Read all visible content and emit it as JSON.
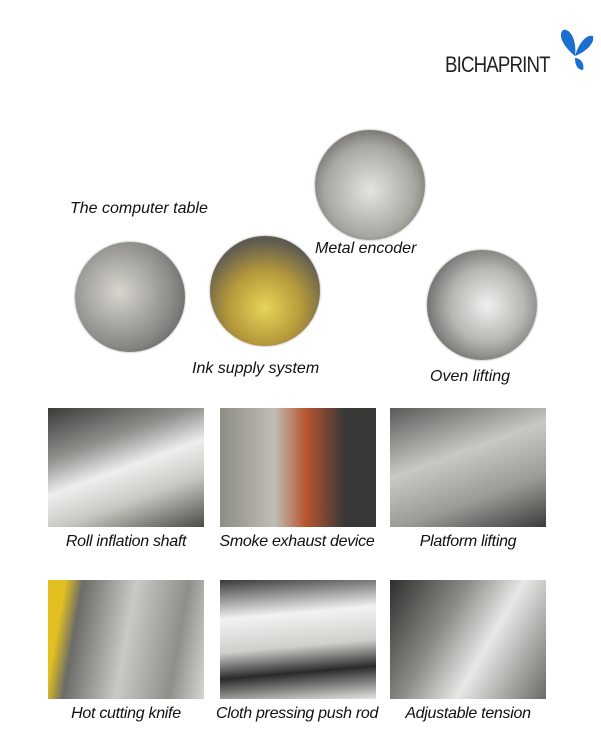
{
  "brand": {
    "name": "BICHAPRINT",
    "accent": "#1b6fd0"
  },
  "features_circles": [
    {
      "label": "The computer table"
    },
    {
      "label": "Metal encoder"
    },
    {
      "label": "Ink supply system"
    },
    {
      "label": "Oven lifting"
    }
  ],
  "features_grid": [
    {
      "label": "Roll inflation shaft"
    },
    {
      "label": "Smoke exhaust device"
    },
    {
      "label": "Platform lifting"
    },
    {
      "label": "Hot cutting knife"
    },
    {
      "label": "Cloth pressing push rod"
    },
    {
      "label": "Adjustable tension"
    }
  ]
}
